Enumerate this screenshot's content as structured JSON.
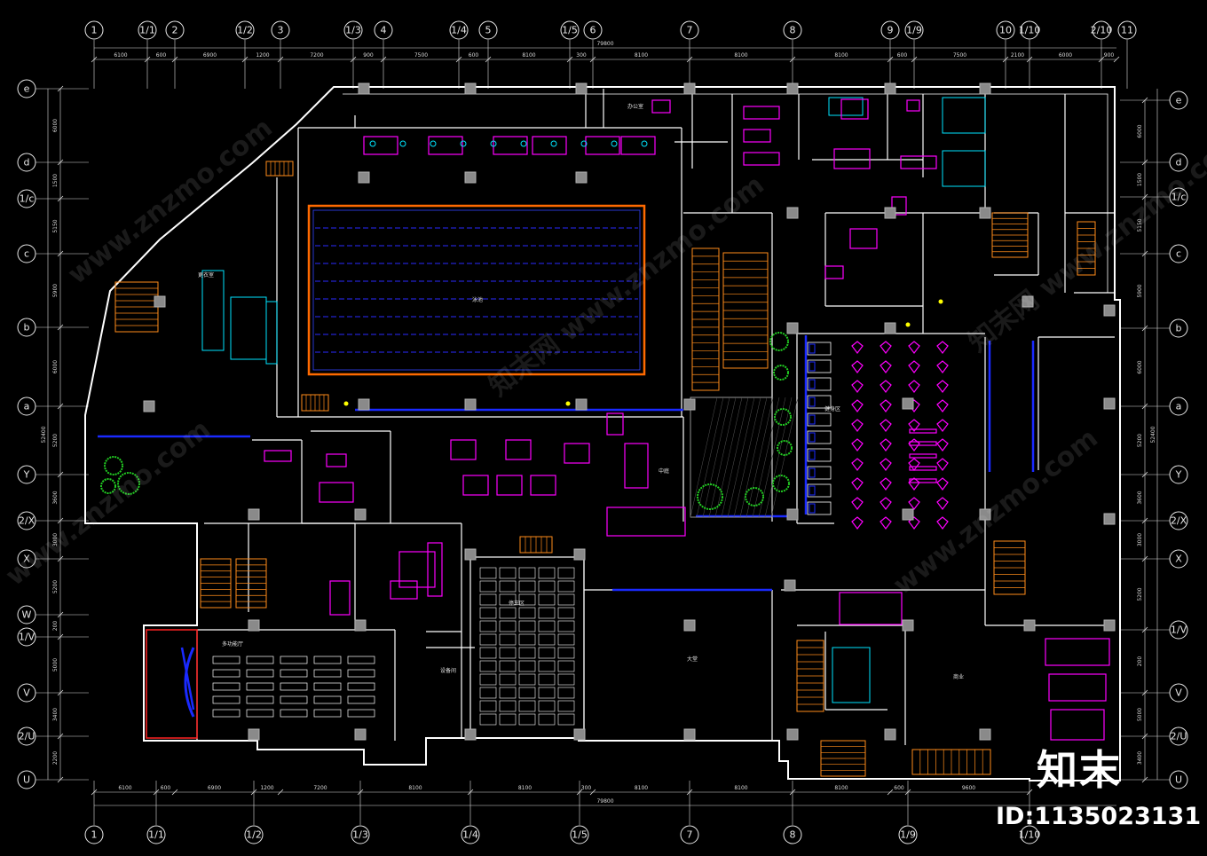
{
  "colors": {
    "background": "#000000",
    "wall": "#ffffff",
    "grid_line": "#ffffff",
    "furniture": "#ff00ff",
    "stair": "#ff8c1a",
    "pool_border": "#ff6a00",
    "pool_lanes": "#2a2aff",
    "glass": "#1a2aff",
    "column": "#b0b0b0",
    "planting": "#22cc22",
    "fixture": "#00e5ff",
    "hatch": "#bbbbbb",
    "annotation": "#ffff00"
  },
  "axes": {
    "top": [
      "1",
      "1/1",
      "2",
      "1/2",
      "3",
      "1/3",
      "4",
      "1/4",
      "5",
      "1/5",
      "6",
      "7",
      "8",
      "9",
      "1/9",
      "10",
      "1/10",
      "2/10",
      "11"
    ],
    "bottom": [
      "1",
      "1/1",
      "1/2",
      "1/3",
      "1/4",
      "1/5",
      "7",
      "8",
      "1/9",
      "1/10"
    ],
    "left": [
      "e",
      "d",
      "1/c",
      "c",
      "b",
      "a",
      "Y",
      "2/X",
      "X",
      "W",
      "1/V",
      "V",
      "2/U",
      "U"
    ],
    "right": [
      "e",
      "d",
      "1/c",
      "c",
      "b",
      "a",
      "Y",
      "2/X",
      "X",
      "1/V",
      "V",
      "2/U",
      "U"
    ]
  },
  "dimensions": {
    "top_segments": [
      "6100",
      "600",
      "6900",
      "1200",
      "7200",
      "900",
      "7500",
      "600",
      "8100",
      "300",
      "8100",
      "8100",
      "8100",
      "600",
      "7500",
      "2100",
      "6000",
      "900"
    ],
    "top_total": "79800",
    "bottom_segments": [
      "6100",
      "600",
      "6900",
      "1200",
      "7200",
      "8100",
      "8100",
      "300",
      "8100",
      "8100",
      "8100",
      "600",
      "9600"
    ],
    "bottom_total": "79800",
    "left_segments": [
      "6000",
      "1500",
      "5150",
      "5900",
      "6000",
      "5200",
      "3600",
      "3000",
      "5200",
      "200",
      "5000",
      "3400",
      "2200"
    ],
    "left_total": "52400",
    "right_segments": [
      "6000",
      "1500",
      "5150",
      "5900",
      "6000",
      "5200",
      "3600",
      "3000",
      "5200",
      "200",
      "5000",
      "3400",
      "2200"
    ],
    "right_total": "52400"
  },
  "rooms": {
    "pool": "泳池",
    "gym": "健身区",
    "lobby": "大堂",
    "parking": "停车区",
    "shop": "商业",
    "classroom": "多功能厅",
    "office": "办公室",
    "changing": "更衣室",
    "mech": "设备间",
    "hall": "中庭"
  },
  "footer": {
    "logo": "知末",
    "id_text": "ID:1135023131"
  },
  "watermarks": [
    "www.znzmo.com",
    "知末网 www.znzmo.com",
    "知末网 www.znzmo.com",
    "www.znzmo.com",
    "www.znzmo.com"
  ]
}
